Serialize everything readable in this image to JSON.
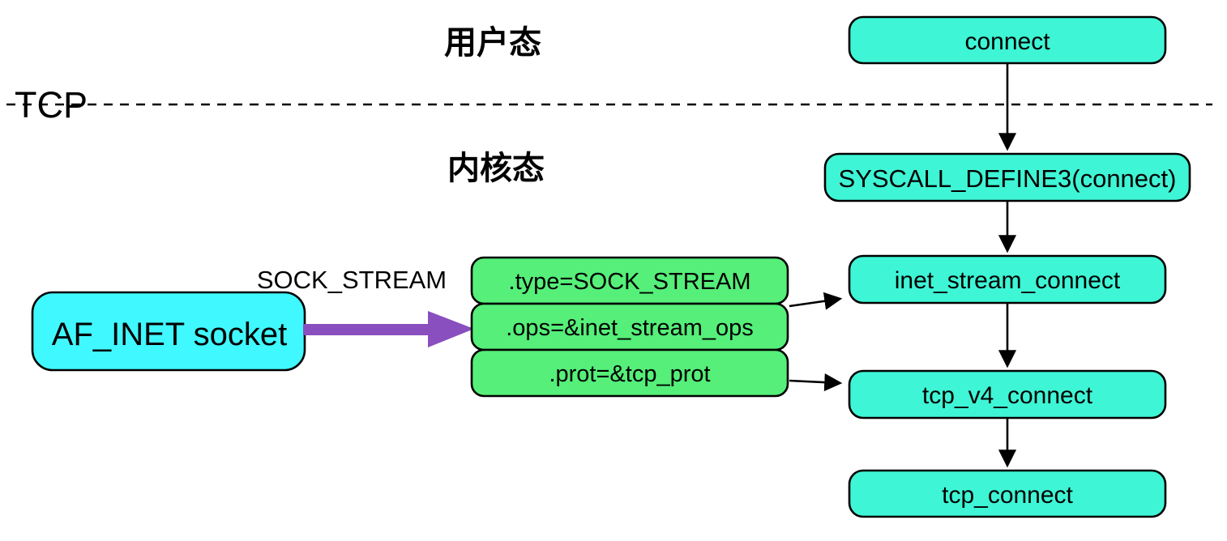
{
  "diagram": {
    "title_left": "TCP",
    "zones": {
      "user": "用户态",
      "kernel": "内核态"
    },
    "edge_label": "SOCK_STREAM",
    "nodes": {
      "af_inet_socket": "AF_INET socket",
      "connect": "connect",
      "syscall_define3": "SYSCALL_DEFINE3(connect)",
      "inet_stream_connect": "inet_stream_connect",
      "tcp_v4_connect": "tcp_v4_connect",
      "tcp_connect": "tcp_connect",
      "sock_type": ".type=SOCK_STREAM",
      "sock_ops": ".ops=&inet_stream_ops",
      "sock_prot": ".prot=&tcp_prot"
    },
    "colors": {
      "zone_text": "#7C4FC4",
      "edge_label_text": "#8A50C4",
      "big_arrow": "#8A4FBE",
      "cyan_node": "#40F8FF",
      "turquoise_node": "#3EF5D5",
      "green_node": "#55EF79",
      "line": "#000000"
    }
  }
}
